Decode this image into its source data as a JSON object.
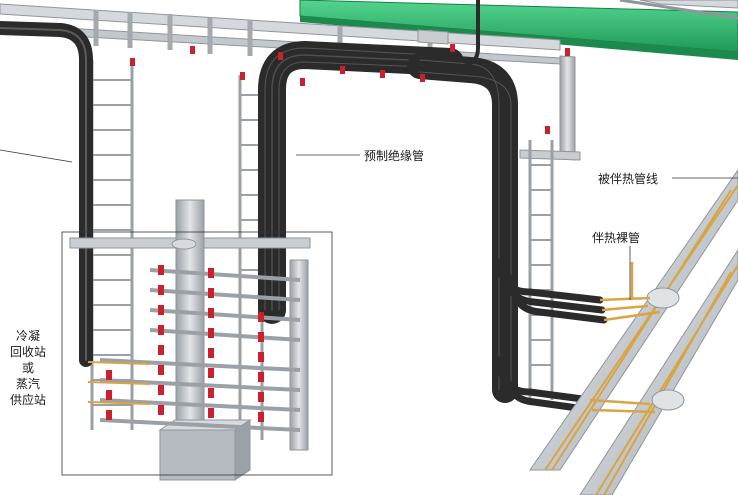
{
  "labels": {
    "preinsulated": "预制绝缘管",
    "traced_line": "被伴热管线",
    "bare_tracer": "伴热裸管",
    "station_line1": "冷凝",
    "station_line2": "回收站",
    "station_line3": "或",
    "station_line4": "蒸汽",
    "station_line5": "供应站"
  },
  "colors": {
    "insulated_tube": "#2b2b2b",
    "tracer_copper": "#d9a441",
    "valve_red": "#c8232c",
    "green_beam": "#28b66a",
    "steel_grey": "#c9cdd1",
    "pipe_grey": "#d7dbdf"
  },
  "icons": {
    "valve": "red-valve-icon",
    "clamp": "pipe-clamp-icon"
  }
}
